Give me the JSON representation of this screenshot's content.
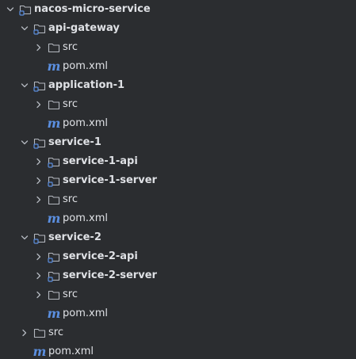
{
  "tree": [
    {
      "label": "nacos-micro-service",
      "type": "module",
      "expanded": true,
      "depth": 0
    },
    {
      "label": "api-gateway",
      "type": "module",
      "expanded": true,
      "depth": 1
    },
    {
      "label": "src",
      "type": "folder",
      "expanded": false,
      "depth": 2
    },
    {
      "label": "pom.xml",
      "type": "maven",
      "depth": 2
    },
    {
      "label": "application-1",
      "type": "module",
      "expanded": true,
      "depth": 1
    },
    {
      "label": "src",
      "type": "folder",
      "expanded": false,
      "depth": 2
    },
    {
      "label": "pom.xml",
      "type": "maven",
      "depth": 2
    },
    {
      "label": "service-1",
      "type": "module",
      "expanded": true,
      "depth": 1
    },
    {
      "label": "service-1-api",
      "type": "module",
      "expanded": false,
      "depth": 2
    },
    {
      "label": "service-1-server",
      "type": "module",
      "expanded": false,
      "depth": 2
    },
    {
      "label": "src",
      "type": "folder",
      "expanded": false,
      "depth": 2
    },
    {
      "label": "pom.xml",
      "type": "maven",
      "depth": 2
    },
    {
      "label": "service-2",
      "type": "module",
      "expanded": true,
      "depth": 1
    },
    {
      "label": "service-2-api",
      "type": "module",
      "expanded": false,
      "depth": 2
    },
    {
      "label": "service-2-server",
      "type": "module",
      "expanded": false,
      "depth": 2
    },
    {
      "label": "src",
      "type": "folder",
      "expanded": false,
      "depth": 2
    },
    {
      "label": "pom.xml",
      "type": "maven",
      "depth": 2
    },
    {
      "label": "src",
      "type": "folder",
      "expanded": false,
      "depth": 1
    },
    {
      "label": "pom.xml",
      "type": "maven",
      "depth": 1
    }
  ],
  "icons": {
    "maven_glyph": "m",
    "module": "module-folder-icon",
    "folder": "folder-icon",
    "maven": "maven-pom-icon",
    "expanded": "chevron-down-icon",
    "collapsed": "chevron-right-icon"
  },
  "colors": {
    "background": "#2b2d30",
    "text": "#dfe1e5",
    "icon_stroke": "#b4b8bf",
    "module_dot": "#5b8fe0",
    "maven": "#5b8fe0"
  }
}
